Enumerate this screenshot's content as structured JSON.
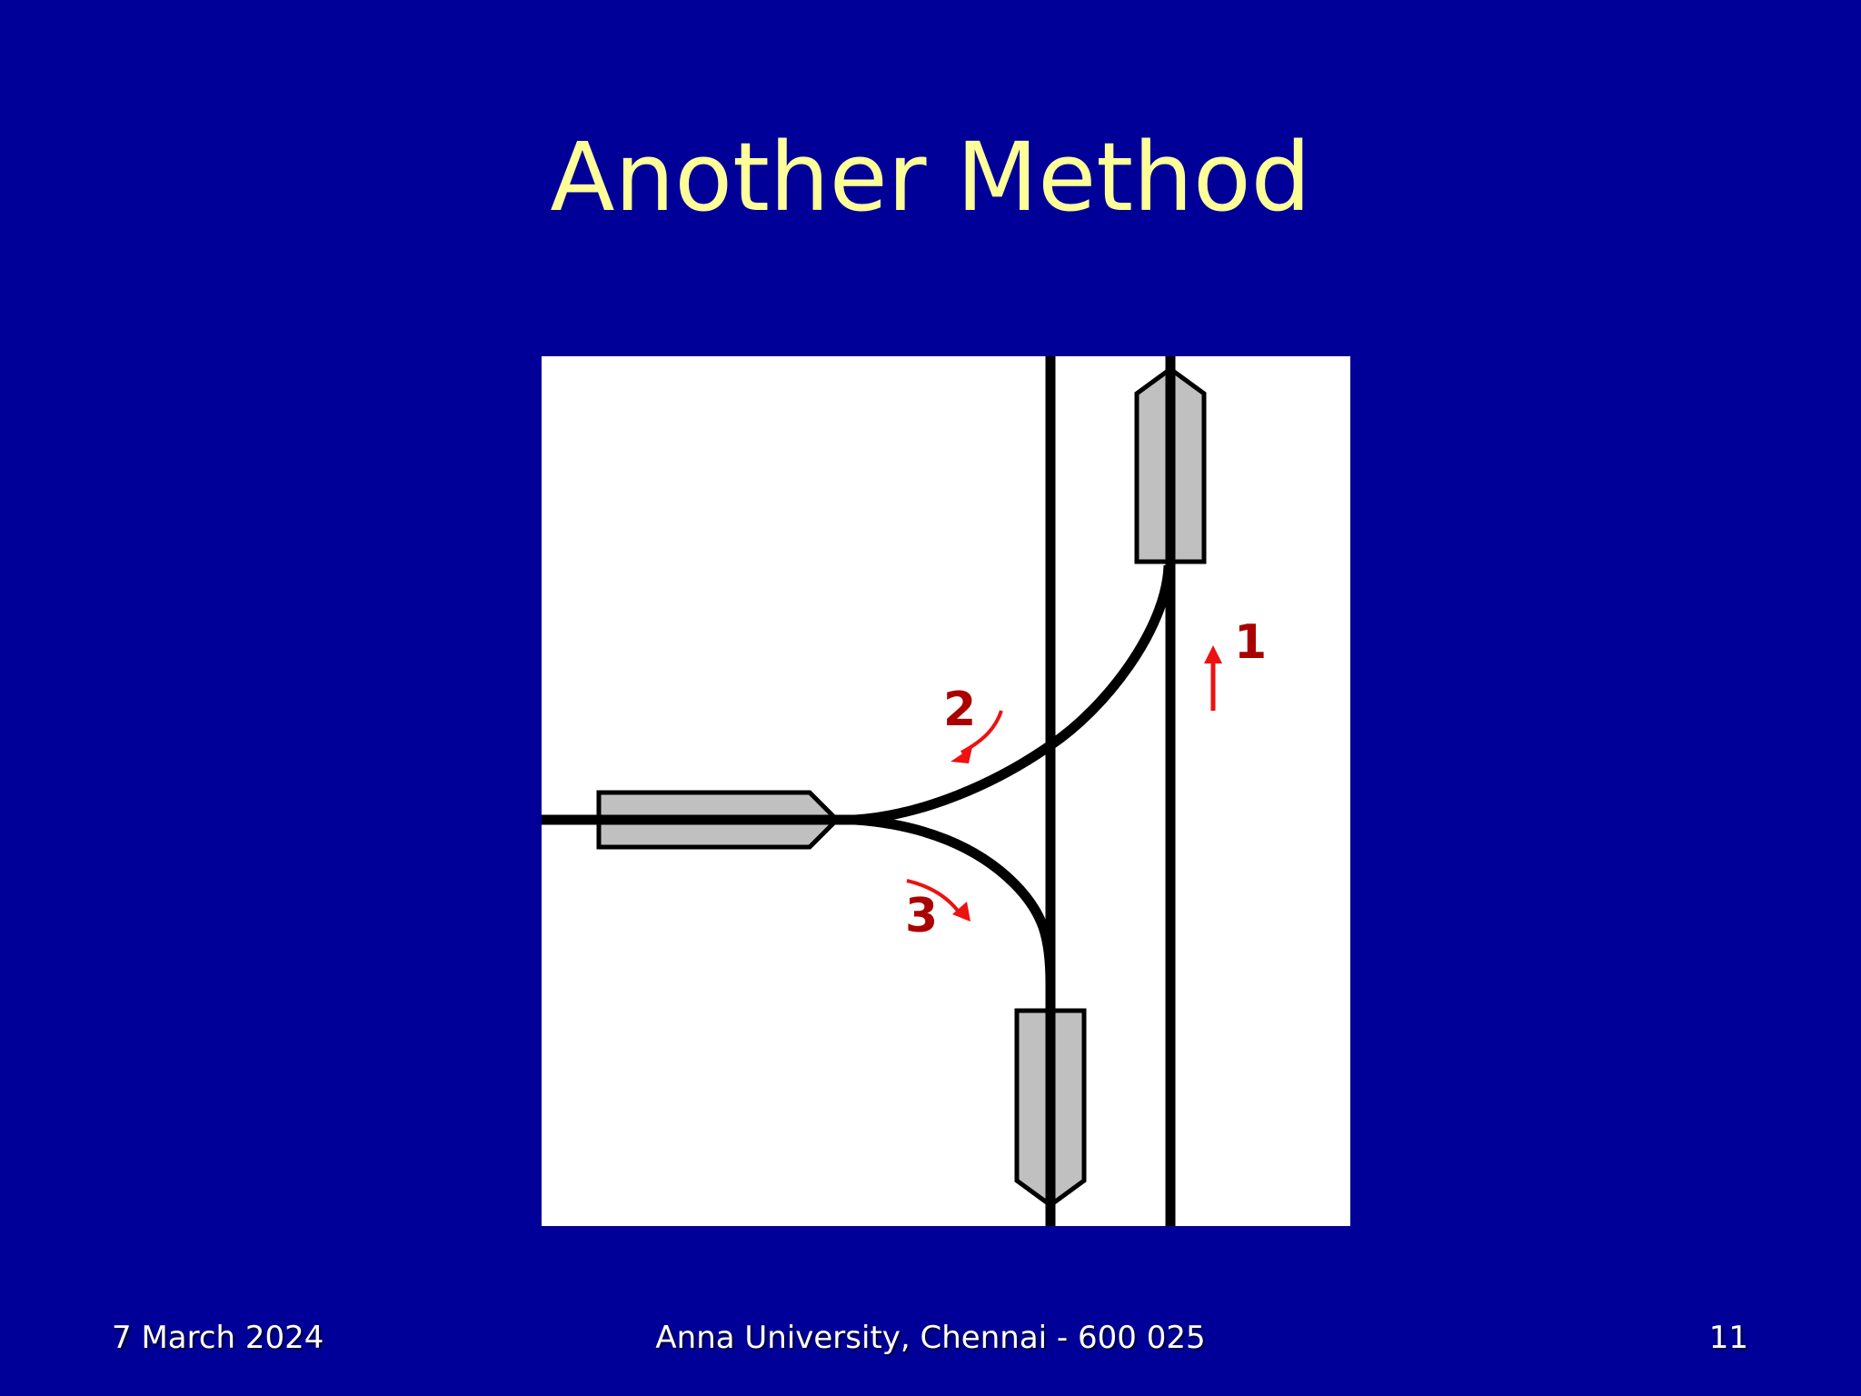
{
  "slide": {
    "title": "Another Method",
    "footer": {
      "date": "7 March 2024",
      "center": "Anna University, Chennai - 600 025",
      "page": "11"
    }
  },
  "diagram": {
    "step_labels": [
      "1",
      "2",
      "3"
    ],
    "colors": {
      "background": "#ffffff",
      "line": "#000000",
      "ferrule_fill": "#c0c0c0",
      "arrow": "#ee1111",
      "label": "#aa0000"
    }
  }
}
